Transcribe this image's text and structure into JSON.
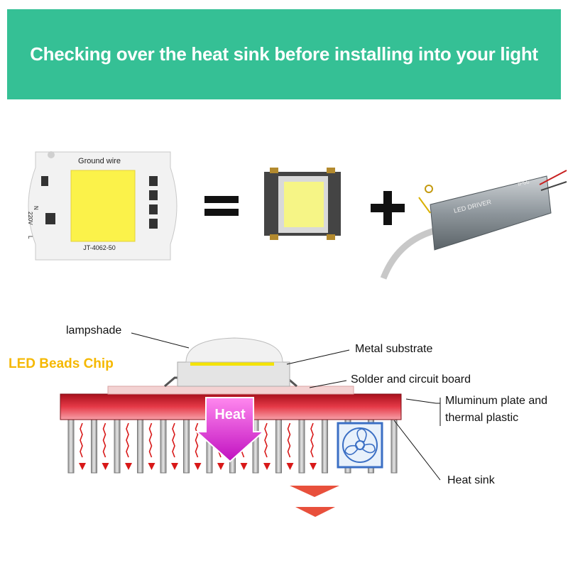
{
  "header": {
    "title": "Checking over the heat sink before installing into your light"
  },
  "products": {
    "cob_top_text": "Ground wire",
    "cob_model": "JT-4062-50",
    "cob_n": "N",
    "cob_voltage": "220V",
    "cob_l": "L",
    "equals_symbol": "=",
    "plus_symbol": "+",
    "driver_text": "LED DRIVER",
    "driver_rating": "IP66"
  },
  "diagram": {
    "chip_label": "LED Beads Chip",
    "lampshade_label": "lampshade",
    "metal_substrate_label": "Metal substrate",
    "solder_label": "Solder and circuit board",
    "aluminum_label_line1": "Mluminum plate and",
    "aluminum_label_line2": "thermal plastic",
    "heat_label": "Heat",
    "heatsink_label": "Heat sink",
    "colors": {
      "banner": "#35c095",
      "chip_label": "#f5b800",
      "plate": "#d02030",
      "heat_arrow": "#e020c0",
      "down_arrow": "#e8503c"
    }
  }
}
